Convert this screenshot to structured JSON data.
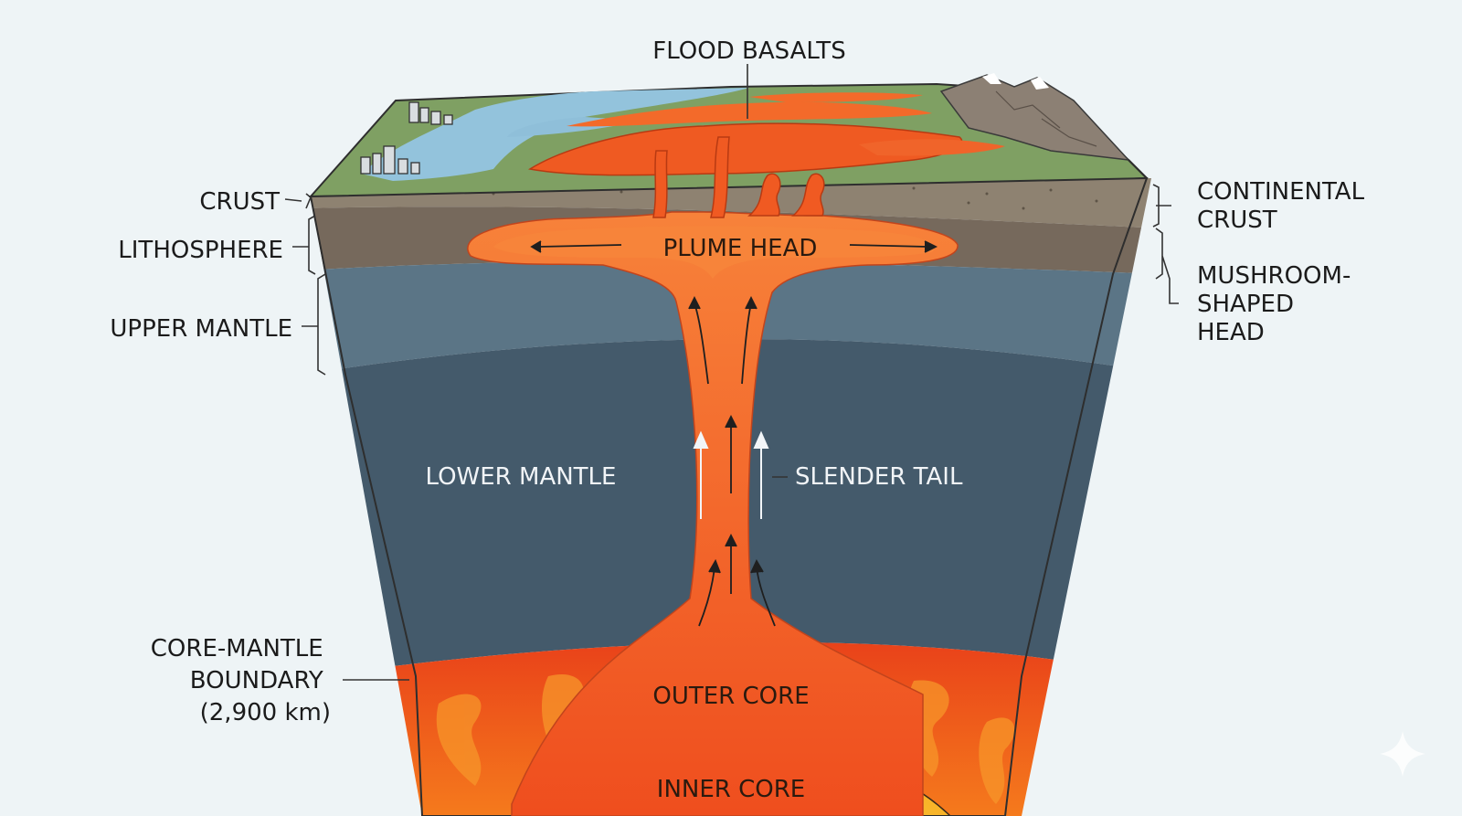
{
  "labels": {
    "flood_basalts": "FLOOD BASALTS",
    "crust": "CRUST",
    "lithosphere": "LITHOSPHERE",
    "upper_mantle": "UPPER MANTLE",
    "lower_mantle": "LOWER MANTLE",
    "plume_head": "PLUME HEAD",
    "slender_tail": "SLENDER TAIL",
    "continental_crust": [
      "CONTINENTAL",
      "CRUST"
    ],
    "mushroom_head": [
      "MUSHROOM-",
      "SHAPED",
      "HEAD"
    ],
    "core_mantle_boundary": [
      "CORE-MANTLE",
      "BOUNDARY",
      "(2,900 km)"
    ],
    "outer_core": "OUTER CORE",
    "inner_core": "INNER CORE"
  },
  "colors": {
    "background": "#eef4f6",
    "land": "#7a9a5e",
    "water": "#8fc1db",
    "crust": "#8b7f6e",
    "lithosphere": "#756a5e",
    "upper_mantle": "#597485",
    "lower_mantle": "#445a6b",
    "outer_core": "#f0561a",
    "inner_core": "#f7a21b",
    "plume": "#f05a22",
    "plume_light": "#f88a3a"
  },
  "icons": [
    "city-icon",
    "mountain-icon",
    "arrow-up-icon",
    "sparkle-icon"
  ]
}
